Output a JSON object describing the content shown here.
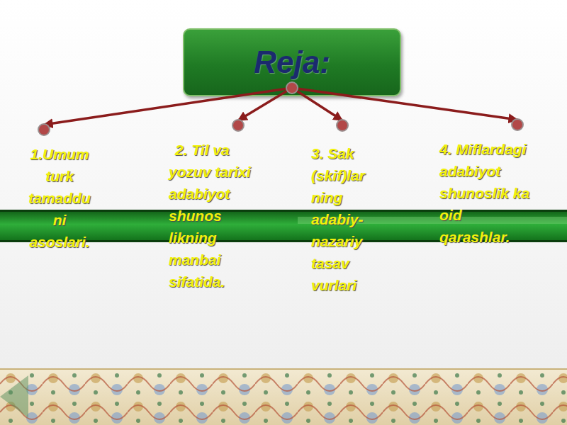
{
  "diagram": {
    "nodes": [
      {
        "text": [
          "Reja:"
        ]
      },
      {
        "text": [
          "1.Umum turk tamaddu ni asoslari."
        ]
      },
      {
        "text": [
          "2. Til va yozuv tarixi adabiyot shunos likning manbai sifatida."
        ]
      },
      {
        "text": [
          "3. Sak (skif)lar ning adabiy- nazariy tasav vurlari"
        ]
      },
      {
        "text": [
          "4. Miflardagi adabiyot shunoslik ka oid qarashlar."
        ]
      }
    ],
    "edges": [
      {
        "from": 0,
        "to": 1,
        "arrow": "to"
      },
      {
        "from": 0,
        "to": 2,
        "arrow": "to"
      },
      {
        "from": 0,
        "to": 3,
        "arrow": "to"
      },
      {
        "from": 0,
        "to": 4,
        "arrow": "to"
      }
    ]
  }
}
